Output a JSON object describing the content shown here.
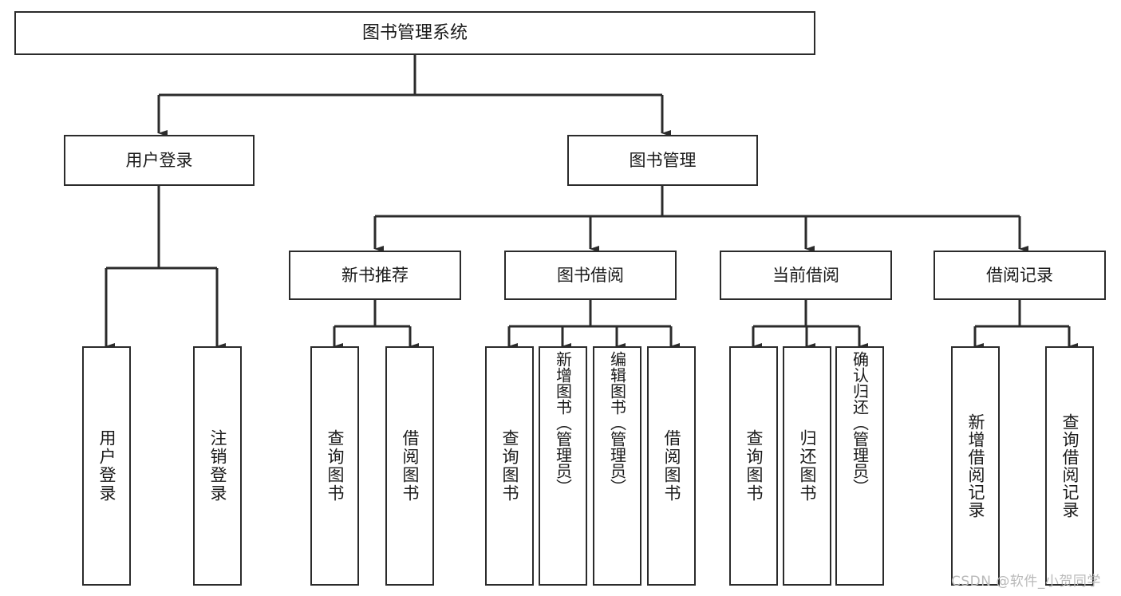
{
  "diagram": {
    "title": "图书管理系统",
    "type": "hierarchy-tree",
    "root": {
      "id": "root",
      "label": "图书管理系统",
      "children": [
        {
          "id": "user-login",
          "label": "用户登录",
          "children": [
            {
              "id": "user-login-do",
              "label": "用户登录"
            },
            {
              "id": "user-logout",
              "label": "注销登录"
            }
          ]
        },
        {
          "id": "book-management",
          "label": "图书管理",
          "children": [
            {
              "id": "new-book-recommend",
              "label": "新书推荐",
              "children": [
                {
                  "id": "query-book-1",
                  "label": "查询图书"
                },
                {
                  "id": "borrow-book-1",
                  "label": "借阅图书"
                }
              ]
            },
            {
              "id": "book-borrow",
              "label": "图书借阅",
              "children": [
                {
                  "id": "query-book-2",
                  "label": "查询图书"
                },
                {
                  "id": "add-book",
                  "label": "新增图书（管理员）"
                },
                {
                  "id": "edit-book",
                  "label": "编辑图书（管理员）"
                },
                {
                  "id": "borrow-book-2",
                  "label": "借阅图书"
                }
              ]
            },
            {
              "id": "current-borrow",
              "label": "当前借阅",
              "children": [
                {
                  "id": "query-book-3",
                  "label": "查询图书"
                },
                {
                  "id": "return-book",
                  "label": "归还图书"
                },
                {
                  "id": "confirm-return",
                  "label": "确认归还（管理员）"
                }
              ]
            },
            {
              "id": "borrow-record",
              "label": "借阅记录",
              "children": [
                {
                  "id": "add-borrow-record",
                  "label": "新增借阅记录"
                },
                {
                  "id": "query-borrow-record",
                  "label": "查询借阅记录"
                }
              ]
            }
          ]
        }
      ]
    }
  },
  "watermark": {
    "text": "CSDN @软件_小贺同学"
  },
  "colors": {
    "stroke": "#2b2b2b",
    "background": "#ffffff",
    "text": "#1a1a1a",
    "watermark": "#b9b9b9"
  }
}
